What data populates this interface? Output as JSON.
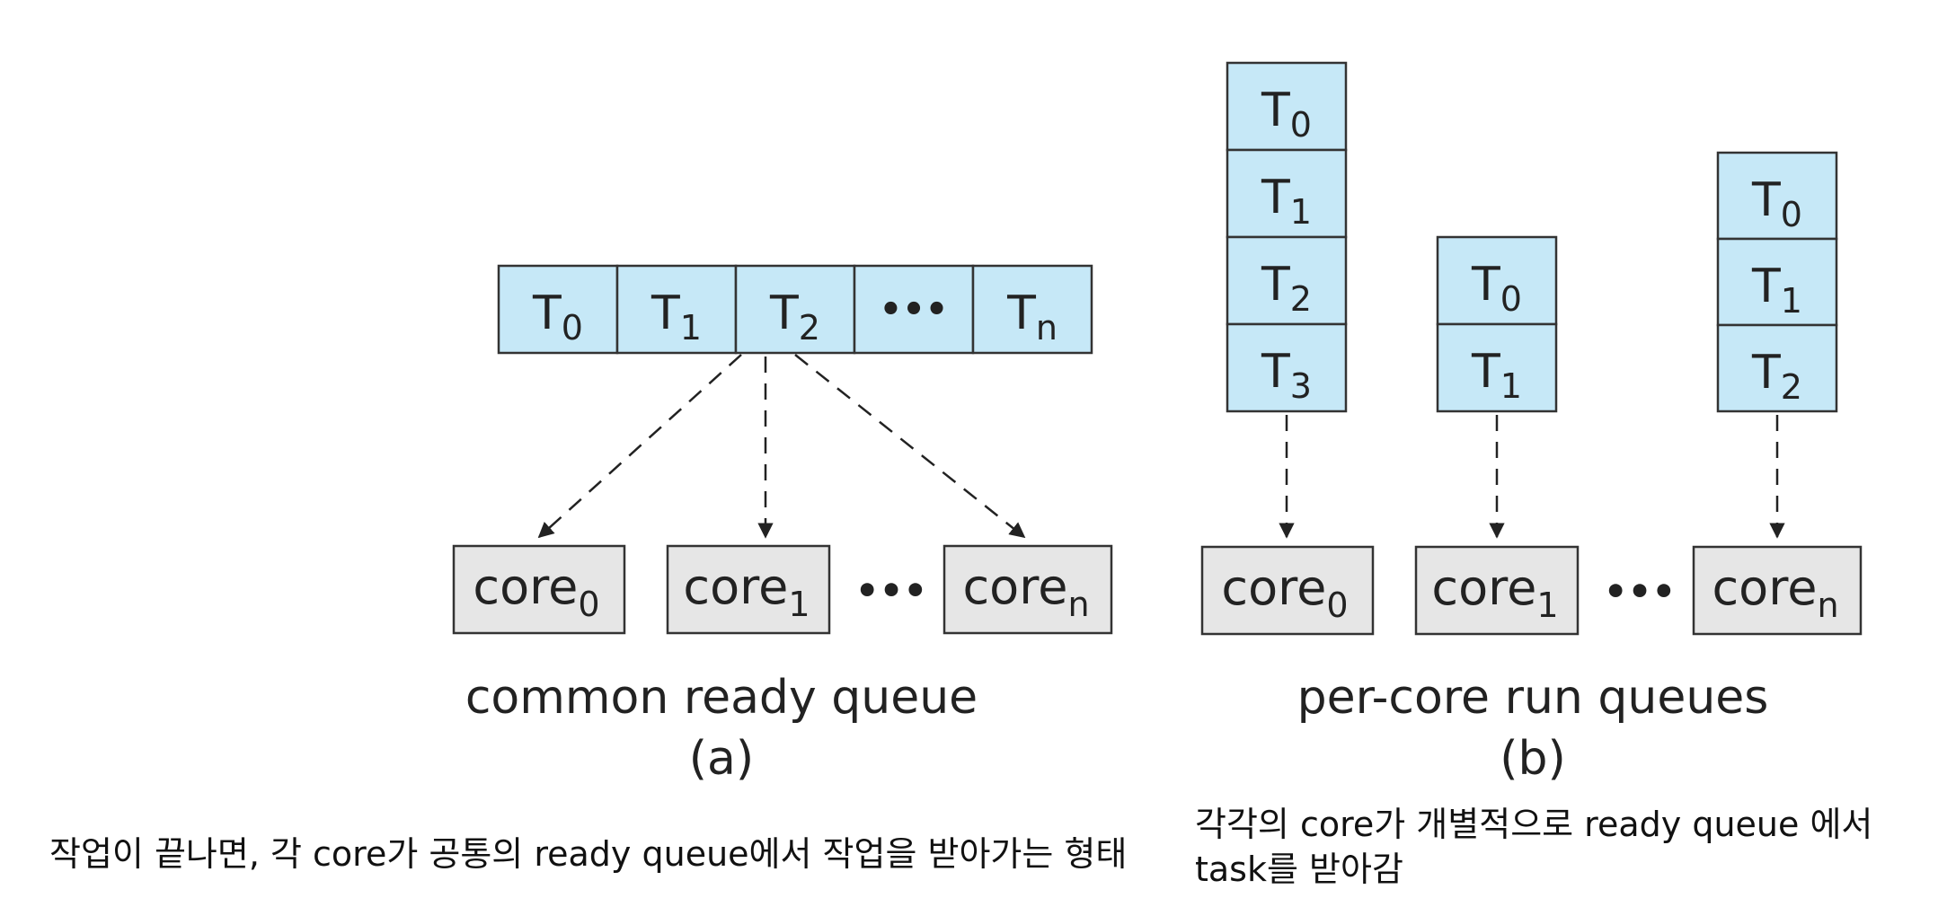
{
  "panel_a": {
    "queue": [
      {
        "base": "T",
        "sub": "0"
      },
      {
        "base": "T",
        "sub": "1"
      },
      {
        "base": "T",
        "sub": "2"
      },
      {
        "base": "•••",
        "sub": ""
      },
      {
        "base": "T",
        "sub": "n"
      }
    ],
    "cores": [
      {
        "base": "core",
        "sub": "0"
      },
      {
        "base": "core",
        "sub": "1"
      },
      {
        "base": "core",
        "sub": "n"
      }
    ],
    "ellipsis": "•••",
    "title": "common ready queue",
    "label": "(a)",
    "caption": "작업이 끝나면, 각 core가 공통의 ready queue에서 작업을 받아가는 형태"
  },
  "panel_b": {
    "queues": [
      [
        {
          "base": "T",
          "sub": "0"
        },
        {
          "base": "T",
          "sub": "1"
        },
        {
          "base": "T",
          "sub": "2"
        },
        {
          "base": "T",
          "sub": "3"
        }
      ],
      [
        {
          "base": "T",
          "sub": "0"
        },
        {
          "base": "T",
          "sub": "1"
        }
      ],
      [
        {
          "base": "T",
          "sub": "0"
        },
        {
          "base": "T",
          "sub": "1"
        },
        {
          "base": "T",
          "sub": "2"
        }
      ]
    ],
    "cores": [
      {
        "base": "core",
        "sub": "0"
      },
      {
        "base": "core",
        "sub": "1"
      },
      {
        "base": "core",
        "sub": "n"
      }
    ],
    "ellipsis": "•••",
    "title": "per-core run queues",
    "label": "(b)",
    "caption": "각각의 core가 개별적으로 ready queue 에서 task를 받아감"
  },
  "colors": {
    "task_fill": "#c6e8f7",
    "core_fill": "#e6e6e6",
    "stroke": "#333333",
    "text": "#222222"
  }
}
